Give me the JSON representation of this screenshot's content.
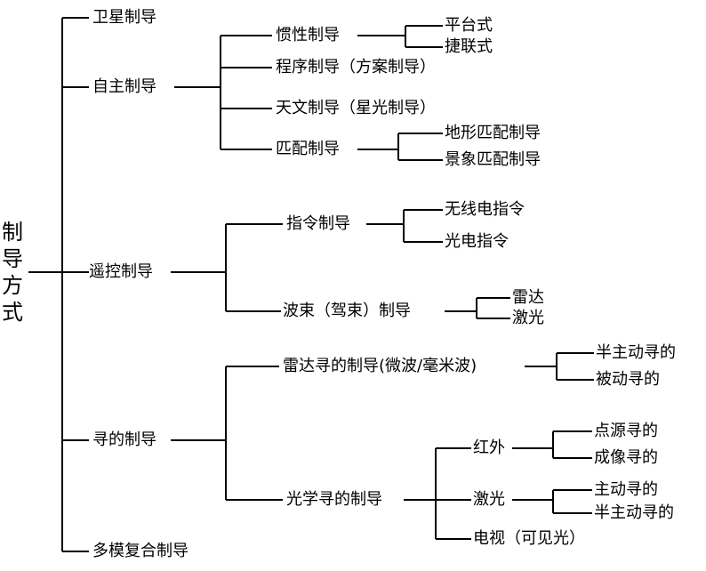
{
  "root": "制导方式",
  "nodes": {
    "satellite": "卫星制导",
    "autonomous": "自主制导",
    "inertial": "惯性制导",
    "platform": "平台式",
    "strapdown": "捷联式",
    "program": "程序制导（方案制导）",
    "celestial": "天文制导（星光制导）",
    "matching": "匹配制导",
    "terrain": "地形匹配制导",
    "scene": "景象匹配制导",
    "remote": "遥控制导",
    "command": "指令制导",
    "radio_cmd": "无线电指令",
    "optical_cmd": "光电指令",
    "beam": "波束（驾束）制导",
    "beam_radar": "雷达",
    "beam_laser": "激光",
    "homing": "寻的制导",
    "radar_homing": "雷达寻的制导(微波/毫米波)",
    "semi_active": "半主动寻的",
    "passive": "被动寻的",
    "optical_homing": "光学寻的制导",
    "infrared": "红外",
    "point_source": "点源寻的",
    "imaging": "成像寻的",
    "laser": "激光",
    "active": "主动寻的",
    "semi_active_2": "半主动寻的",
    "tv": "电视（可见光）",
    "multimode": "多模复合制导"
  }
}
